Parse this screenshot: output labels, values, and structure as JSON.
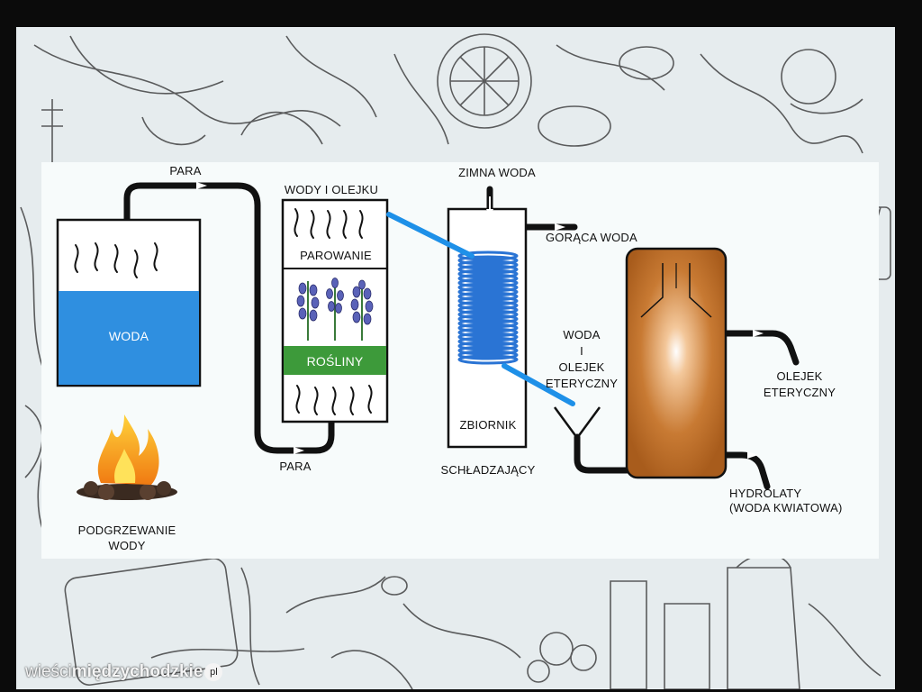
{
  "diagram": {
    "labels": {
      "para_top": "PARA",
      "para_bottom": "PARA",
      "woda": "WODA",
      "podgrzewanie_line1": "PODGRZEWANIE",
      "podgrzewanie_line2": "WODY",
      "wody_i_olejku": "WODY I OLEJKU",
      "parowanie": "PAROWANIE",
      "rosliny": "ROŚLINY",
      "zimna_woda": "ZIMNA WODA",
      "goraca_woda": "GORĄCA WODA",
      "zbiornik_line1": "ZBIORNIK",
      "zbiornik_line2": "SCHŁADZAJĄCY",
      "woda_i_olejek_line1": "WODA",
      "woda_i_olejek_line2": "I",
      "woda_i_olejek_line3": "OLEJEK",
      "woda_i_olejek_line4": "ETERYCZNY",
      "olejek_line1": "OLEJEK",
      "olejek_line2": "ETERYCZNY",
      "hydrolaty_line1": "HYDROLATY",
      "hydrolaty_line2": "(WODA KWIATOWA)"
    },
    "colors": {
      "water": "#2f8fe0",
      "plants_band": "#3d9a3a",
      "coil": "#2a74d4",
      "tube": "#1e90e8",
      "separator": "#c0712a",
      "pipe": "#111111",
      "lavender": "#5a62b8"
    }
  },
  "watermark": {
    "part1": "wieści",
    "part2": "międzychodzkie",
    "part3": "pl"
  },
  "icons": [
    "fire-icon",
    "lavender-icon",
    "steam-icon",
    "flow-arrow-icon"
  ]
}
